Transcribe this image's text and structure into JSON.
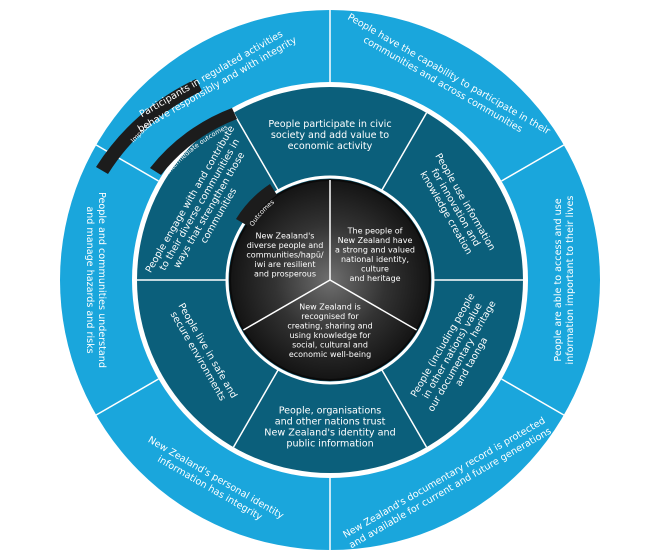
{
  "tabs": {
    "impacts": "Impacts",
    "intermediate": "Intermediate outcomes",
    "outcomes": "Outcomes"
  },
  "colors": {
    "outer_ring": "#1aa6dc",
    "intermediate_ring": "#0b5f7b",
    "core_dark": "#141414",
    "tab_fill": "#1c1c1c",
    "divider": "#ffffff"
  },
  "impacts": [
    [
      "Participants in regulated activities",
      "behave responsibly and with integrity"
    ],
    [
      "People have the capability to participate in their",
      "communities and across communities"
    ],
    [
      "People are able to access and use",
      "information important to their lives"
    ],
    [
      "New Zealand's documentary record is protected",
      "and available for current and future generations"
    ],
    [
      "New Zealand's personal identity",
      "information has integrity"
    ],
    [
      "People and communities understand",
      "and manage hazards and risks"
    ]
  ],
  "intermediate_outcomes": [
    [
      "People participate in civic",
      "society and add value to",
      "economic activity"
    ],
    [
      "People use information",
      "for innovation and",
      "knowledge creation"
    ],
    [
      "People (including people",
      "in other nations) value",
      "our documentary heritage",
      "and taonga"
    ],
    [
      "People, organisations",
      "and other nations trust",
      "New Zealand's identity and",
      "public information"
    ],
    [
      "People live in safe and",
      "secure environments"
    ],
    [
      "People engage with and contribute",
      "to their diverse communities in",
      "ways that strengthen those",
      "communities"
    ]
  ],
  "outcomes": [
    [
      "New Zealand's",
      "diverse people and",
      "communities/hapū/",
      "iwi are resilient",
      "and prosperous"
    ],
    [
      "The people of",
      "New Zealand have",
      "a strong and valued",
      "national identity,",
      "culture",
      "and heritage"
    ],
    [
      "New Zealand is",
      "recognised for",
      "creating, sharing and",
      "using knowledge for",
      "social, cultural and",
      "economic well-being"
    ]
  ]
}
